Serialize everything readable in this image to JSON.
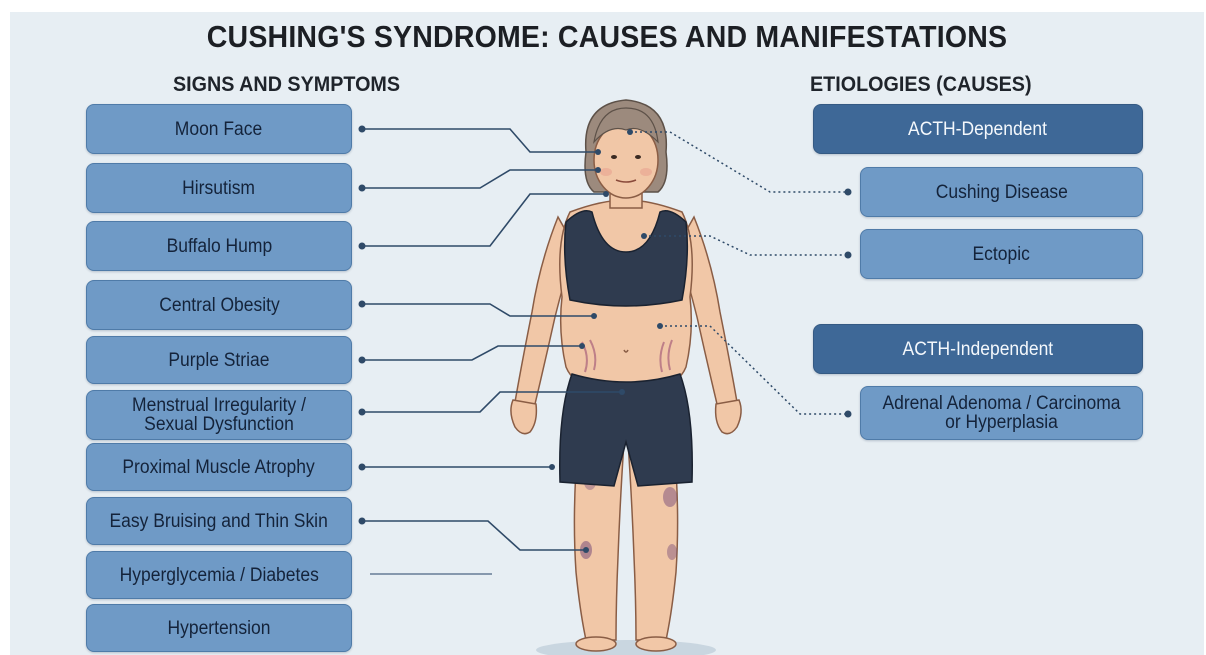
{
  "title": "CUSHING'S SYNDROME: CAUSES AND MANIFESTATIONS",
  "signs_heading": "SIGNS AND SYMPTOMS",
  "causes_heading": "ETIOLOGIES (CAUSES)",
  "signs": [
    "Moon Face",
    "Hirsutism",
    "Buffalo Hump",
    "Central Obesity",
    "Purple Striae",
    "Menstrual Irregularity / Sexual Dysfunction",
    "Proximal Muscle Atrophy",
    "Easy Bruising and Thin Skin",
    "Hyperglycemia / Diabetes",
    "Hypertension"
  ],
  "causes": {
    "acth_dependent": {
      "label": "ACTH-Dependent",
      "items": [
        "Cushing Disease",
        "Ectopic"
      ]
    },
    "acth_independent": {
      "label": "ACTH-Independent",
      "items": [
        "Adrenal Adenoma / Carcinoma or Hyperplasia"
      ]
    }
  },
  "colors": {
    "background": "#e7eef3",
    "pill": "#6f9ac6",
    "cause_header": "#3e6897",
    "text_dark": "#1c1f24",
    "clothing": "#2f3b4f",
    "skin": "#f1c7a7"
  }
}
